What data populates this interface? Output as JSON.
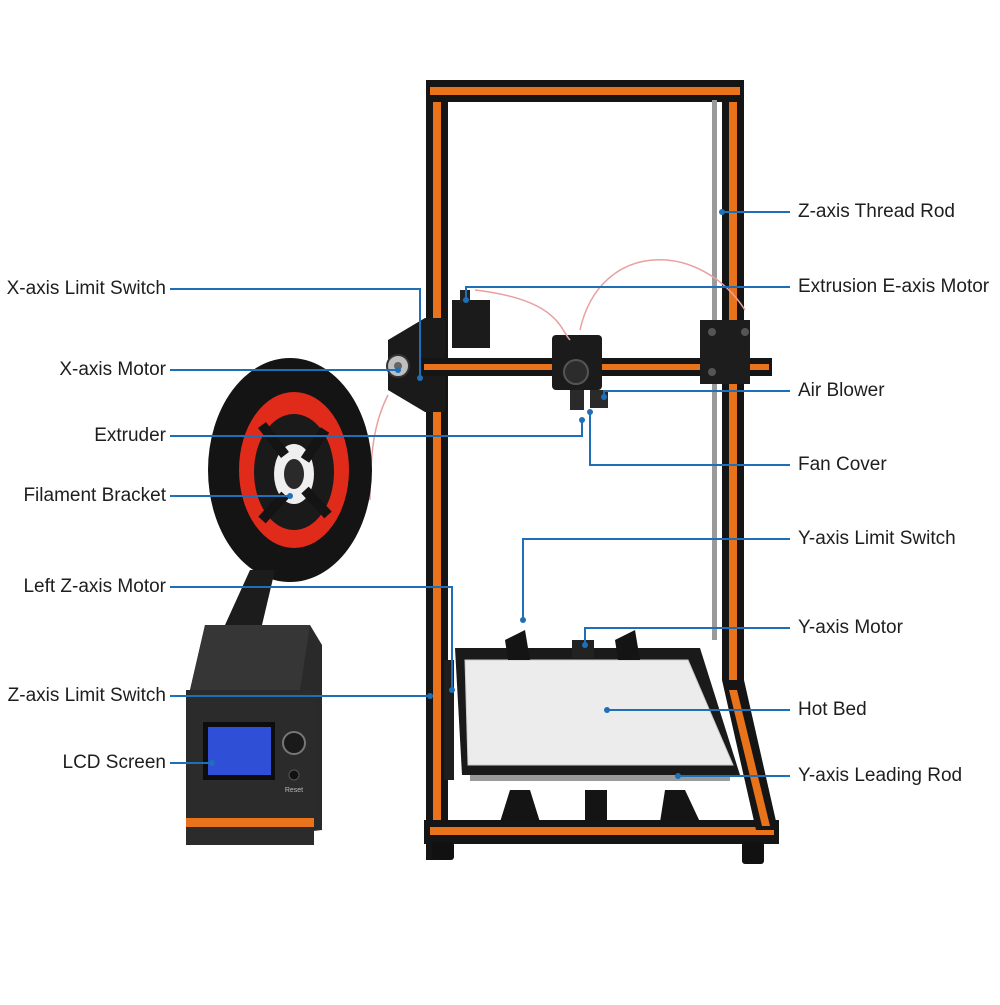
{
  "colors": {
    "frame": "#151515",
    "accent": "#e8731a",
    "leader": "#1f6fb8",
    "filament": "#e02a1a",
    "bed": "#ececec",
    "lcd": "#2f4fd6"
  },
  "labels": {
    "z_thread_rod": "Z-axis Thread Rod",
    "x_limit_switch": "X-axis Limit Switch",
    "extrusion_e_motor": "Extrusion E-axis Motor",
    "x_motor": "X-axis Motor",
    "air_blower": "Air Blower",
    "extruder": "Extruder",
    "fan_cover": "Fan Cover",
    "filament_bracket": "Filament Bracket",
    "y_limit_switch": "Y-axis Limit Switch",
    "left_z_motor": "Left Z-axis Motor",
    "y_motor": "Y-axis Motor",
    "z_limit_switch": "Z-axis Limit Switch",
    "hot_bed": "Hot Bed",
    "lcd_screen": "LCD Screen",
    "y_leading_rod": "Y-axis Leading Rod"
  },
  "device": {
    "reset_label": "Reset"
  }
}
